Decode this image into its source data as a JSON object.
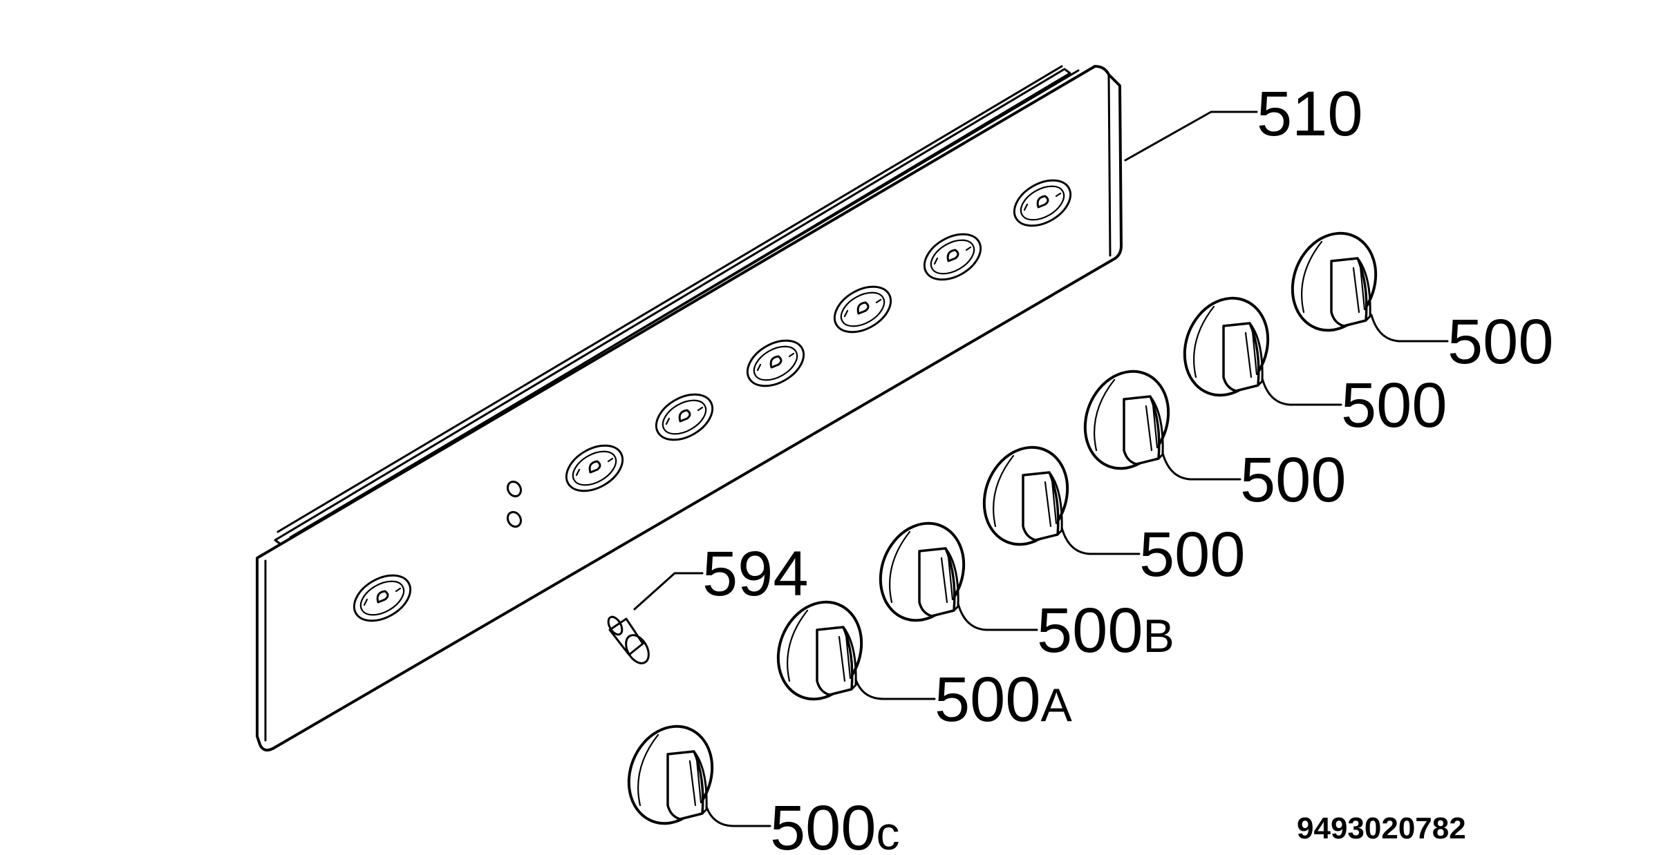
{
  "diagram": {
    "colors": {
      "line": "#000000",
      "background": "#ffffff"
    },
    "labels": {
      "panel": "510",
      "screw": "594",
      "knob_1": "500",
      "knob_2": "500",
      "knob_3": "500",
      "knob_4": "500",
      "knob_5_main": "500",
      "knob_5_suffix": "B",
      "knob_6_main": "500",
      "knob_6_suffix": "A",
      "knob_7_main": "500",
      "knob_7_suffix": "c"
    },
    "document_number": "9493020782"
  }
}
